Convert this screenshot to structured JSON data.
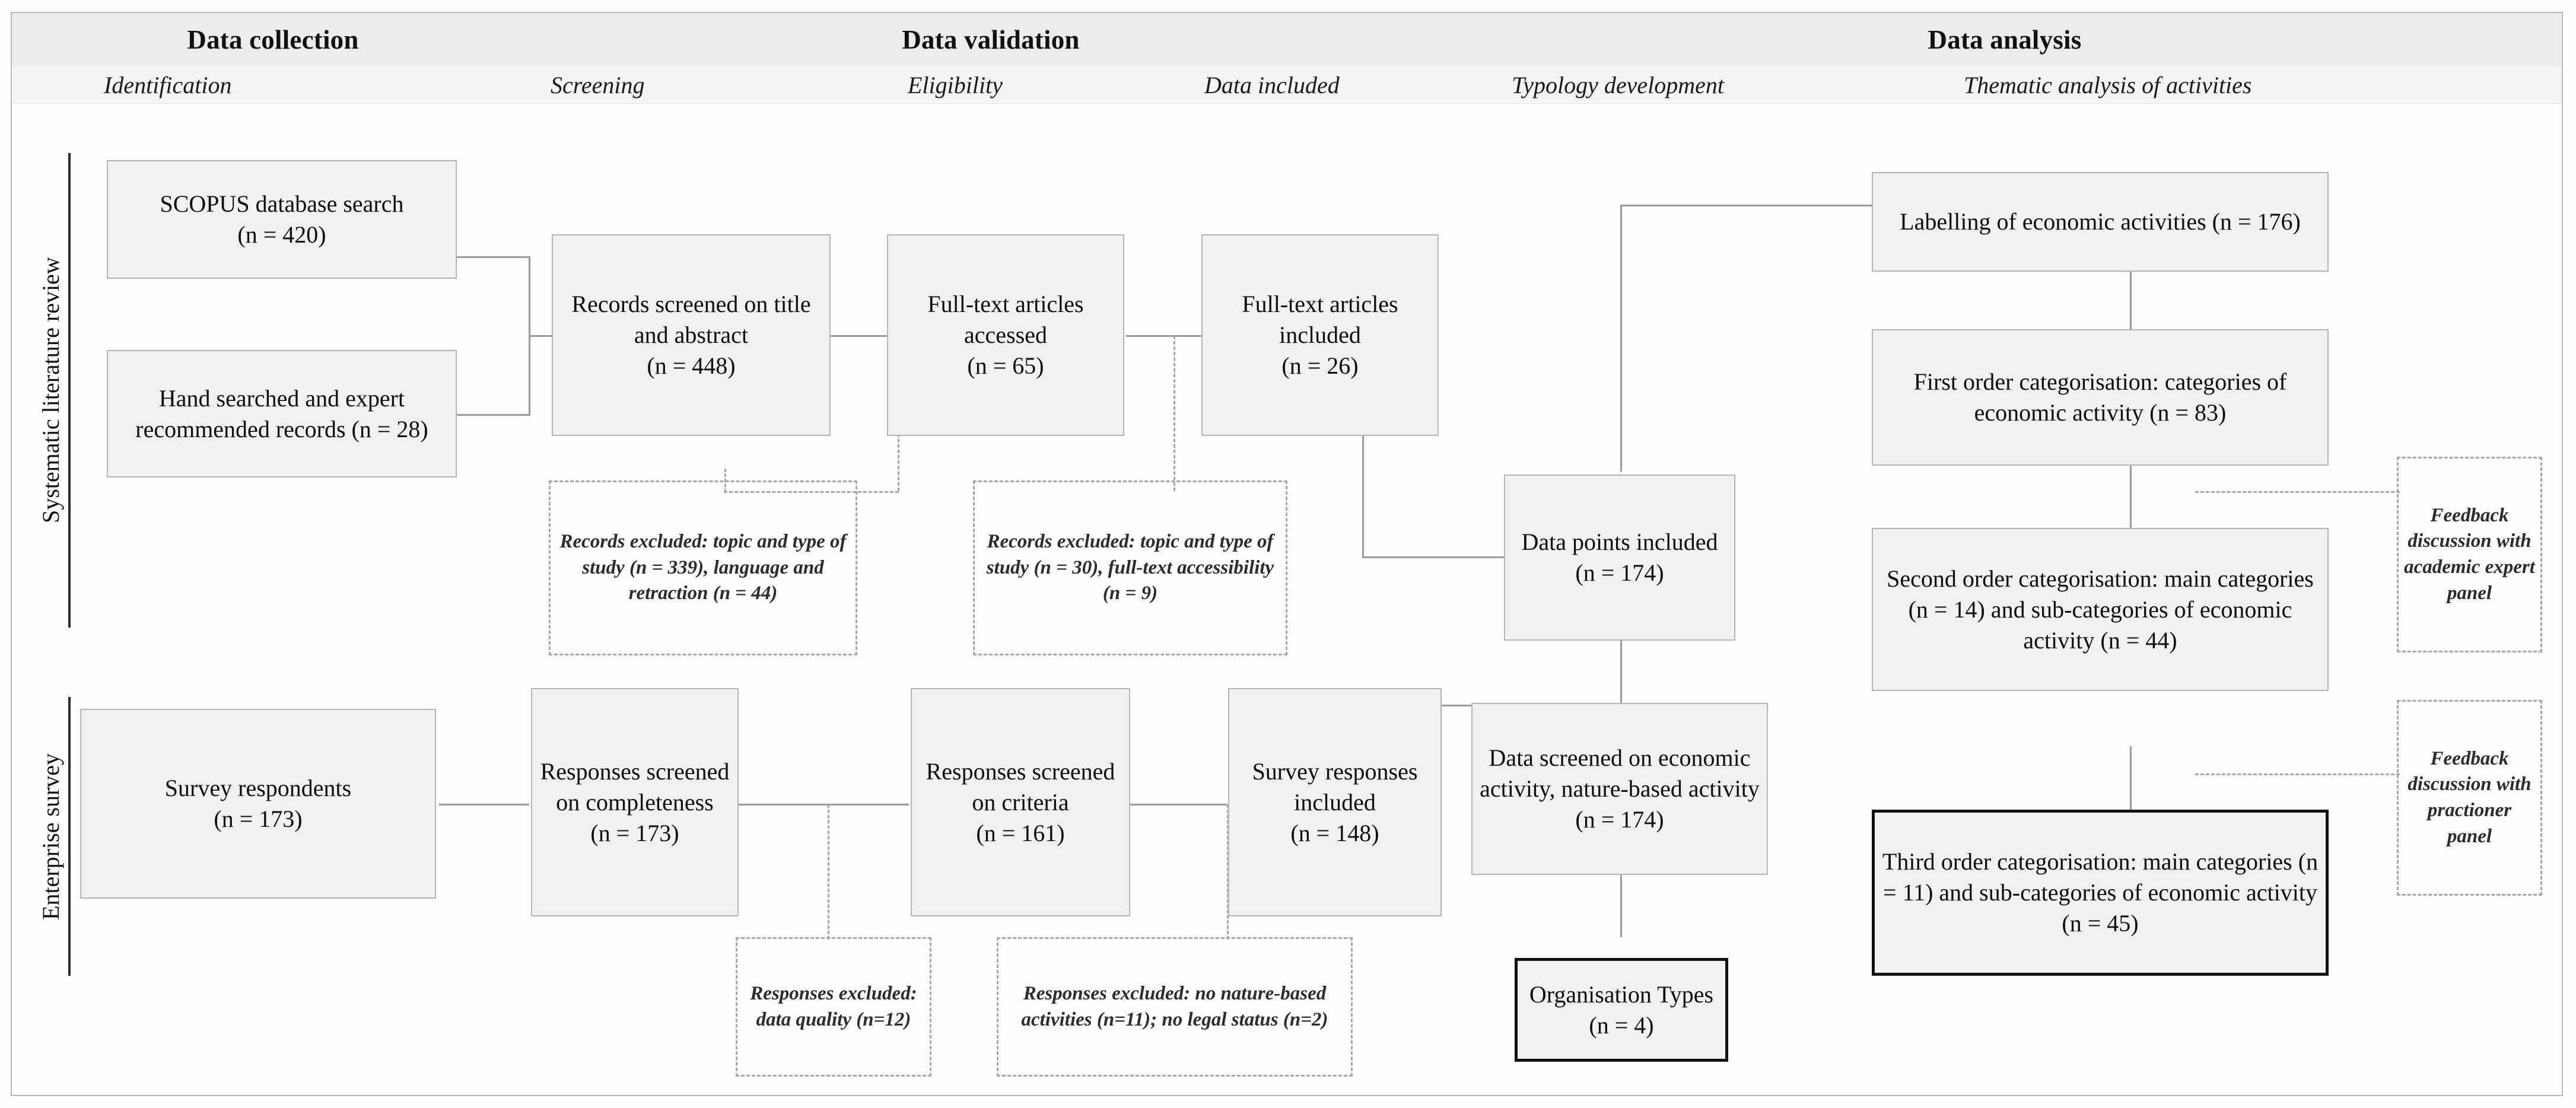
{
  "bands": [
    {
      "label": "Data collection"
    },
    {
      "label": "Data validation"
    },
    {
      "label": "Data analysis"
    }
  ],
  "stages": [
    {
      "label": "Identification"
    },
    {
      "label": "Screening"
    },
    {
      "label": "Eligibility"
    },
    {
      "label": "Data included"
    },
    {
      "label": "Typology development"
    },
    {
      "label": "Thematic analysis of activities"
    }
  ],
  "streams": [
    {
      "label": "Systematic literature review"
    },
    {
      "label": "Enterprise survey"
    }
  ],
  "boxes": {
    "scopus": "SCOPUS database search\n(n = 420)",
    "hand_search": "Hand searched and expert recommended records (n = 28)",
    "records_screened": "Records screened on title and abstract\n(n = 448)",
    "fulltext_accessed": "Full-text articles accessed\n(n = 65)",
    "fulltext_included": "Full-text articles included\n(n = 26)",
    "data_points_included": "Data points included\n(n = 174)",
    "labelling": "Labelling of economic activities (n = 176)",
    "first_order": "First order categorisation: categories of economic activity (n = 83)",
    "second_order": "Second order categorisation: main categories (n = 14) and sub-categories of economic activity (n = 44)",
    "third_order": "Third order categorisation: main categories (n = 11) and sub-categories of economic activity (n = 45)",
    "survey_respondents": "Survey respondents\n(n = 173)",
    "responses_completeness": "Responses screened on completeness\n(n = 173)",
    "responses_criteria": "Responses screened on criteria\n(n = 161)",
    "survey_responses_included": "Survey responses included\n(n = 148)",
    "data_screened_activity": "Data screened on economic activity, nature-based activity (n = 174)",
    "organisation_types": "Organisation Types (n = 4)"
  },
  "excluded": {
    "records_excluded_1": "Records excluded: topic and type of study (n = 339), language and retraction (n = 44)",
    "records_excluded_2": "Records excluded: topic and type of study (n = 30), full-text accessibility (n = 9)",
    "responses_excluded_1": "Responses excluded: data quality (n=12)",
    "responses_excluded_2": "Responses excluded: no nature-based activities (n=11); no legal status (n=2)",
    "feedback_academic": "Feedback discussion with academic expert panel",
    "feedback_practioner": "Feedback discussion with practioner panel"
  },
  "colors": {
    "box_fill": "#f1f1f1",
    "box_border": "#b5b5b5",
    "band_fill": "#ececec",
    "stage_fill": "#f4f4f4",
    "line": "#9a9a9a",
    "emphasis_border": "#111111"
  }
}
